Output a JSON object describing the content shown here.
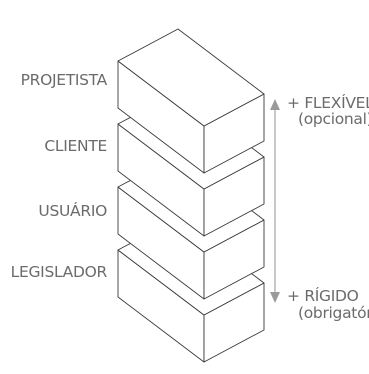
{
  "layers": [
    {
      "label": "PROJETISTA"
    },
    {
      "label": "CLIENTE"
    },
    {
      "label": "USUÁRIO"
    },
    {
      "label": "LEGISLADOR"
    }
  ],
  "scale": {
    "top_label": "+ FLEXÍVEL",
    "top_sub": "(opcional)",
    "bottom_label": "+ RÍGIDO",
    "bottom_sub": "(obrigatóric"
  },
  "colors": {
    "stroke": "#3a3a3a",
    "text": "#6b6b6b",
    "arrow": "#9a9a9a"
  }
}
